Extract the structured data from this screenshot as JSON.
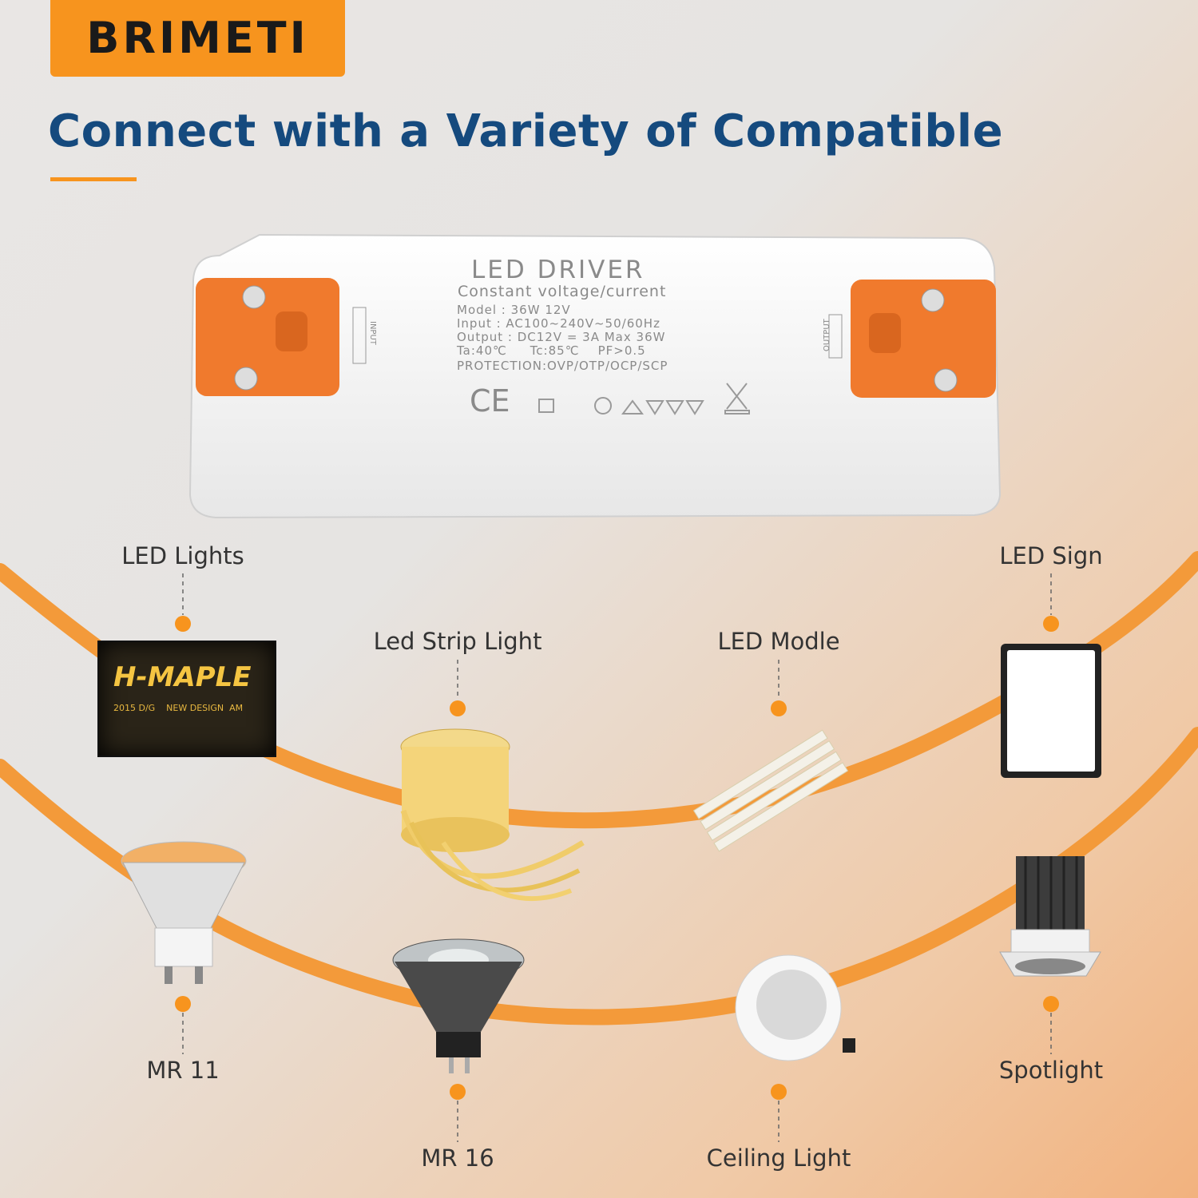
{
  "brand": {
    "logo_text": "BRIMETI"
  },
  "headline": "Connect with a Variety of Compatible",
  "driver": {
    "title": "LED DRIVER",
    "subtitle": "Constant voltage/current",
    "spec_lines": [
      "Model : 36W 12V",
      "Input : AC100~240V~50/60Hz",
      "Output : DC12V = 3A Max 36W",
      "Ta:40℃     Tc:85℃    PF>0.5",
      "PROTECTION:OVP/OTP/OCP/SCP"
    ],
    "ce_mark": "CE",
    "input_label": "INPUT",
    "output_label": "OUTPUT"
  },
  "sign_image": {
    "title": "H-MAPLE",
    "subtitle": "2015 D/G    NEW DESIGN  AM"
  },
  "devices": [
    {
      "id": "led-lights",
      "label": "LED Lights"
    },
    {
      "id": "led-sign",
      "label": "LED Sign"
    },
    {
      "id": "led-strip-light",
      "label": "Led Strip Light"
    },
    {
      "id": "led-module",
      "label": "LED Modle"
    },
    {
      "id": "mr11",
      "label": "MR 11"
    },
    {
      "id": "mr16",
      "label": "MR 16"
    },
    {
      "id": "ceiling-light",
      "label": "Ceiling Light"
    },
    {
      "id": "spotlight",
      "label": "Spotlight"
    }
  ],
  "colors": {
    "accent": "#f7941e",
    "headline": "#154a7e",
    "wire": "#f39a3a"
  }
}
